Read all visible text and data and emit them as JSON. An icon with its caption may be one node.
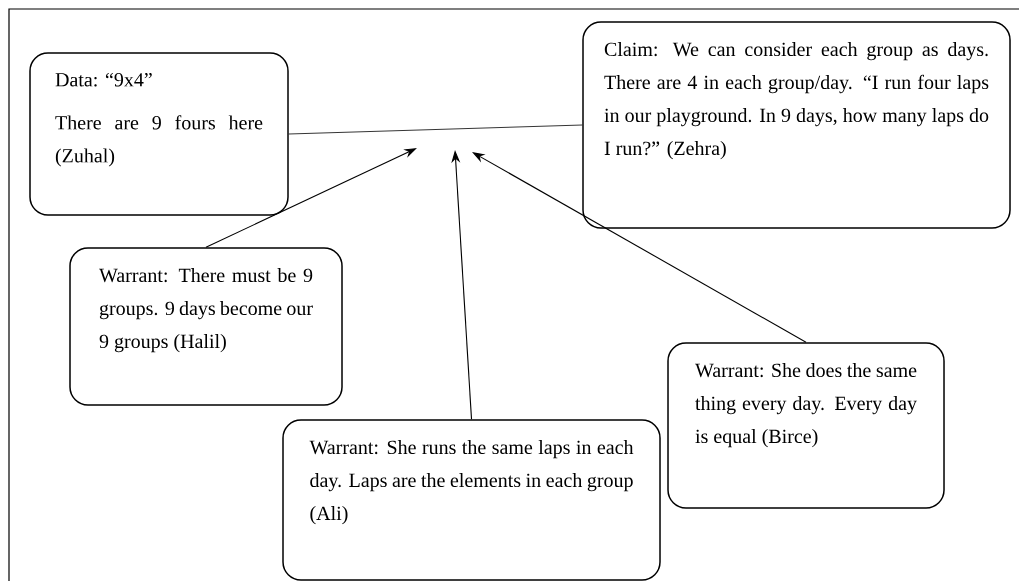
{
  "diagram": {
    "nodes": [
      {
        "text": [
          "Data: “9x4”",
          "There are 9 fours here (Zuhal)"
        ]
      },
      {
        "text": [
          "Claim: We can consider each group as days. There are 4 in each group/day. “I run four laps in our playground. In 9 days, how many laps do I run?” (Zehra)"
        ]
      },
      {
        "text": [
          "Warrant: There must be 9 groups. 9 days become our 9 groups (Halil)"
        ]
      },
      {
        "text": [
          "Warrant: She runs the same laps in each day. Laps are the elements in each group (Ali)"
        ]
      },
      {
        "text": [
          "Warrant: She does the same thing every day. Every day is equal (Birce)"
        ]
      }
    ],
    "edges": [
      {
        "from": 0,
        "to": 1,
        "arrow": "none"
      },
      {
        "from": 2,
        "to": null,
        "arrow": "to"
      },
      {
        "from": 3,
        "to": null,
        "arrow": "to"
      },
      {
        "from": 4,
        "to": null,
        "arrow": "to"
      }
    ]
  }
}
